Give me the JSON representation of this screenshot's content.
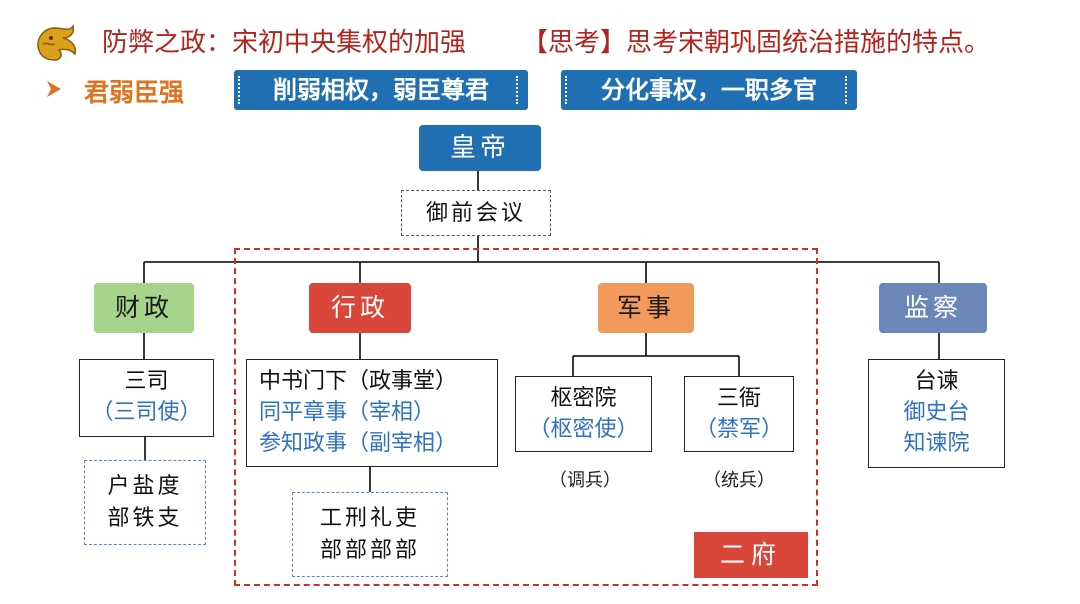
{
  "header": {
    "title": "防弊之政：宋初中央集权的加强",
    "think": "【思考】思考宋朝巩固统治措施的特点。"
  },
  "section": {
    "subtitle": "君弱臣强",
    "banners": [
      "削弱相权，弱臣尊君",
      "分化事权，一职多官"
    ]
  },
  "diagram": {
    "emperor": "皇帝",
    "council": "御前会议",
    "categories": {
      "finance": "财政",
      "admin": "行政",
      "military": "军事",
      "censor": "监察"
    },
    "sansi": {
      "name": "三司",
      "official": "（三司使）"
    },
    "hubu": {
      "line1": "户盐度",
      "line2": "部铁支"
    },
    "zhongshu": {
      "name": "中书门下（政事堂）",
      "official1": "同平章事（宰相）",
      "official2": "参知政事（副宰相）"
    },
    "gongbu": {
      "line1": "工刑礼吏",
      "line2": "部部部部"
    },
    "shumi": {
      "name": "枢密院",
      "official": "（枢密使）",
      "note": "（调兵）"
    },
    "sanya": {
      "name": "三衙",
      "official": "（禁军）",
      "note": "（统兵）"
    },
    "taijian": {
      "name": "台谏",
      "sub1": "御史台",
      "sub2": "知谏院"
    },
    "erfu": "二府"
  },
  "colors": {
    "title_red": "#b3241d",
    "subtitle_orange": "#e0731f",
    "banner_blue": "#1f6fb2",
    "finance_green": "#a6d48b",
    "admin_red": "#d9473a",
    "military_orange": "#f29a5c",
    "censor_blue": "#6b86b8",
    "official_blue": "#2e72c6"
  },
  "icons": {
    "header_icon": "dragon-icon",
    "bullet": "arrow-bullet-icon"
  }
}
